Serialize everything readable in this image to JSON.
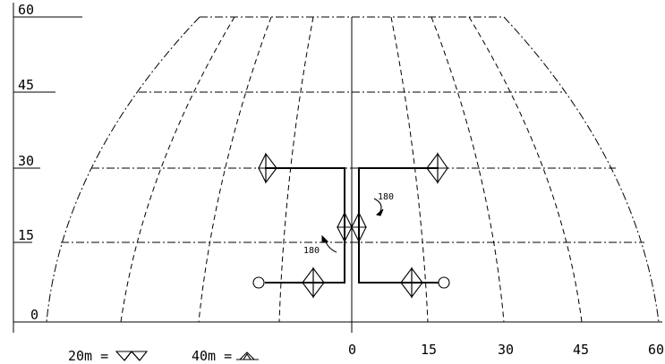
{
  "axes": {
    "y_ticks": [
      "60",
      "45",
      "30",
      "15",
      "0"
    ],
    "x_ticks": [
      "0",
      "15",
      "30",
      "45",
      "60"
    ]
  },
  "turn_labels": [
    "180",
    "180"
  ],
  "legend": {
    "item_20": "20m =",
    "item_40": "40m ="
  }
}
